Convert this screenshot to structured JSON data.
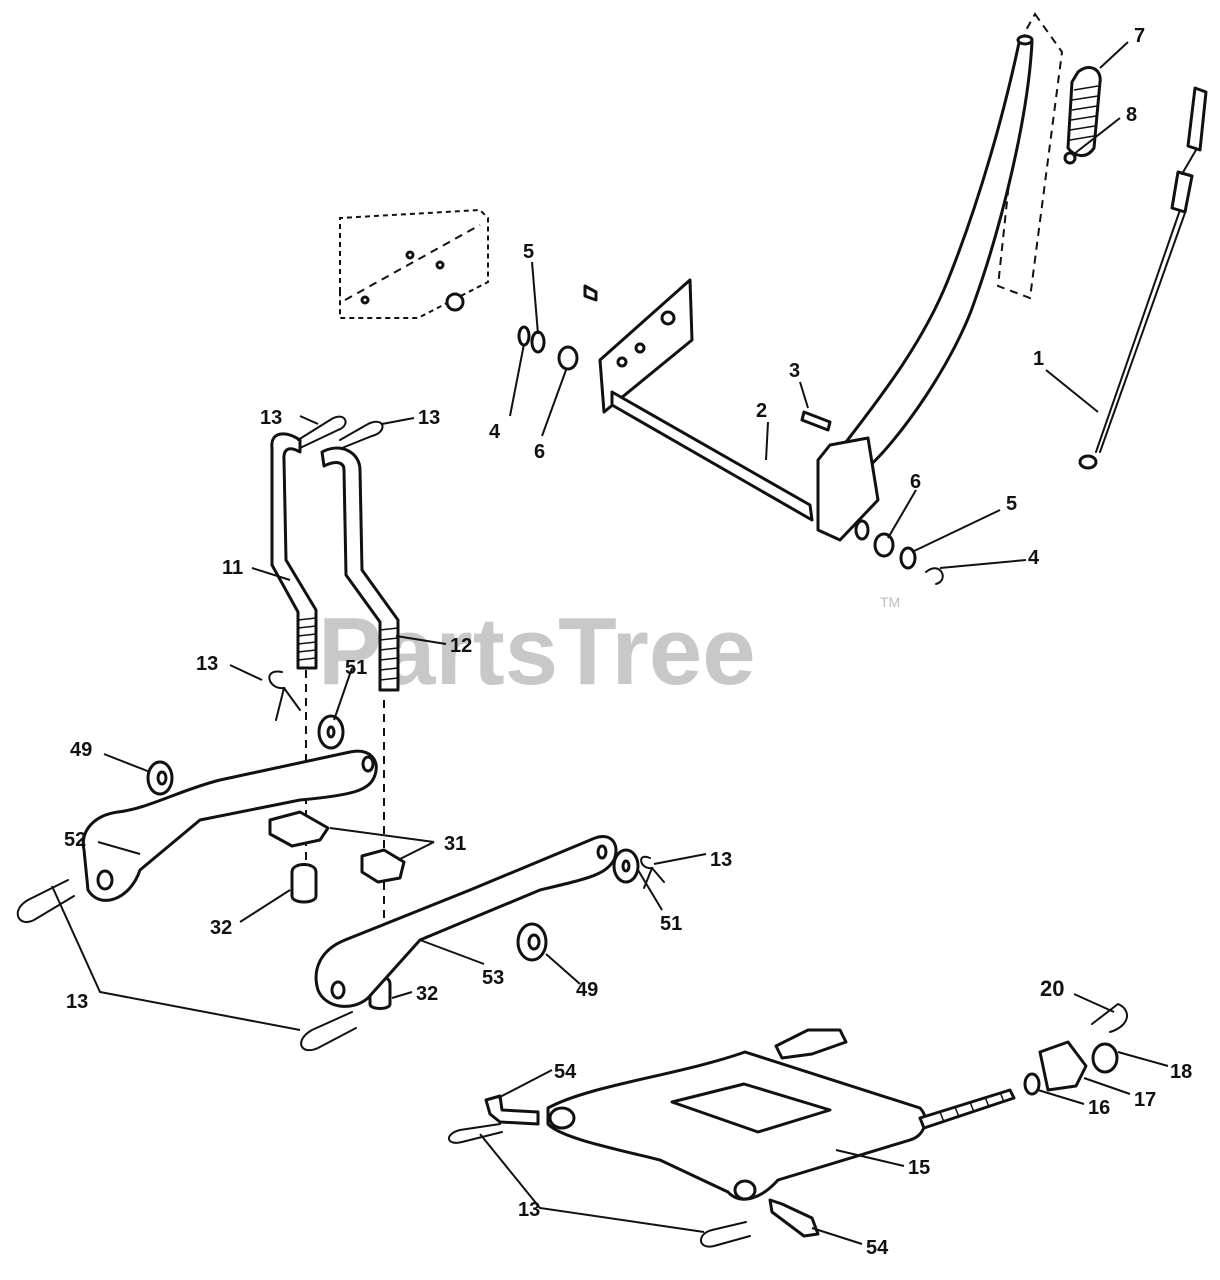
{
  "watermark": {
    "text": "PartsTree",
    "mark": "TM"
  },
  "callouts": {
    "c1": "1",
    "c2": "2",
    "c3": "3",
    "c4a": "4",
    "c4b": "4",
    "c5a": "5",
    "c5b": "5",
    "c6a": "6",
    "c6b": "6",
    "c7": "7",
    "c8": "8",
    "c11": "11",
    "c12": "12",
    "c13a": "13",
    "c13b": "13",
    "c13c": "13",
    "c13d": "13",
    "c13e": "13",
    "c13f": "13",
    "c15": "15",
    "c16": "16",
    "c17": "17",
    "c18": "18",
    "c20": "20",
    "c31": "31",
    "c32a": "32",
    "c32b": "32",
    "c49a": "49",
    "c49b": "49",
    "c51a": "51",
    "c51b": "51",
    "c52": "52",
    "c53": "53",
    "c54a": "54",
    "c54b": "54"
  }
}
